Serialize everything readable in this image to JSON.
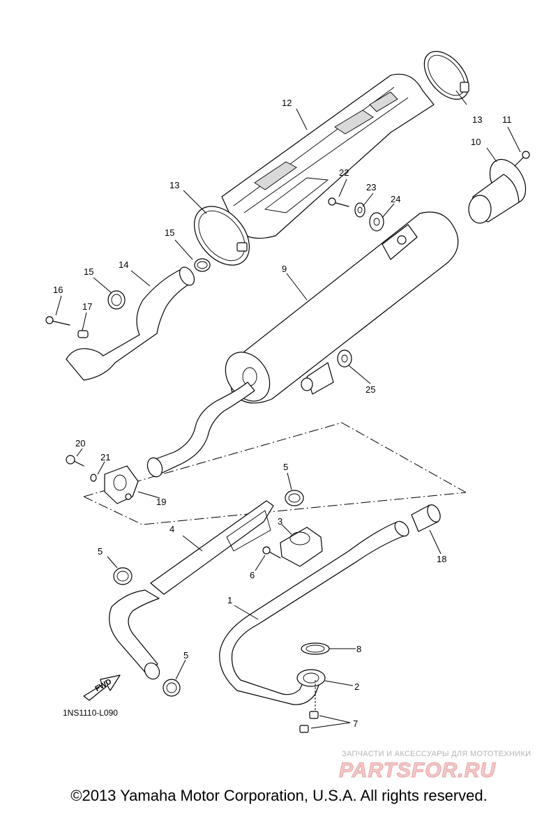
{
  "diagram_code": "1NS1110-L090",
  "fwd_label": "FWD",
  "watermark": {
    "tagline": "ЗАПЧАСТИ И АКСЕССУАРЫ ДЛЯ МОТОТЕХНИКИ",
    "brand": "PARTSFOR.RU"
  },
  "copyright": "©2013 Yamaha Motor Corporation, U.S.A. All rights reserved.",
  "callouts": {
    "c1": "1",
    "c2": "2",
    "c3": "3",
    "c4": "4",
    "c5a": "5",
    "c5b": "5",
    "c5c": "5",
    "c6": "6",
    "c7": "7",
    "c8": "8",
    "c9": "9",
    "c10": "10",
    "c11": "11",
    "c12": "12",
    "c13a": "13",
    "c13b": "13",
    "c14": "14",
    "c15a": "15",
    "c15b": "15",
    "c16": "16",
    "c17": "17",
    "c18": "18",
    "c19": "19",
    "c20": "20",
    "c21": "21",
    "c22": "22",
    "c23": "23",
    "c24": "24",
    "c25": "25"
  }
}
